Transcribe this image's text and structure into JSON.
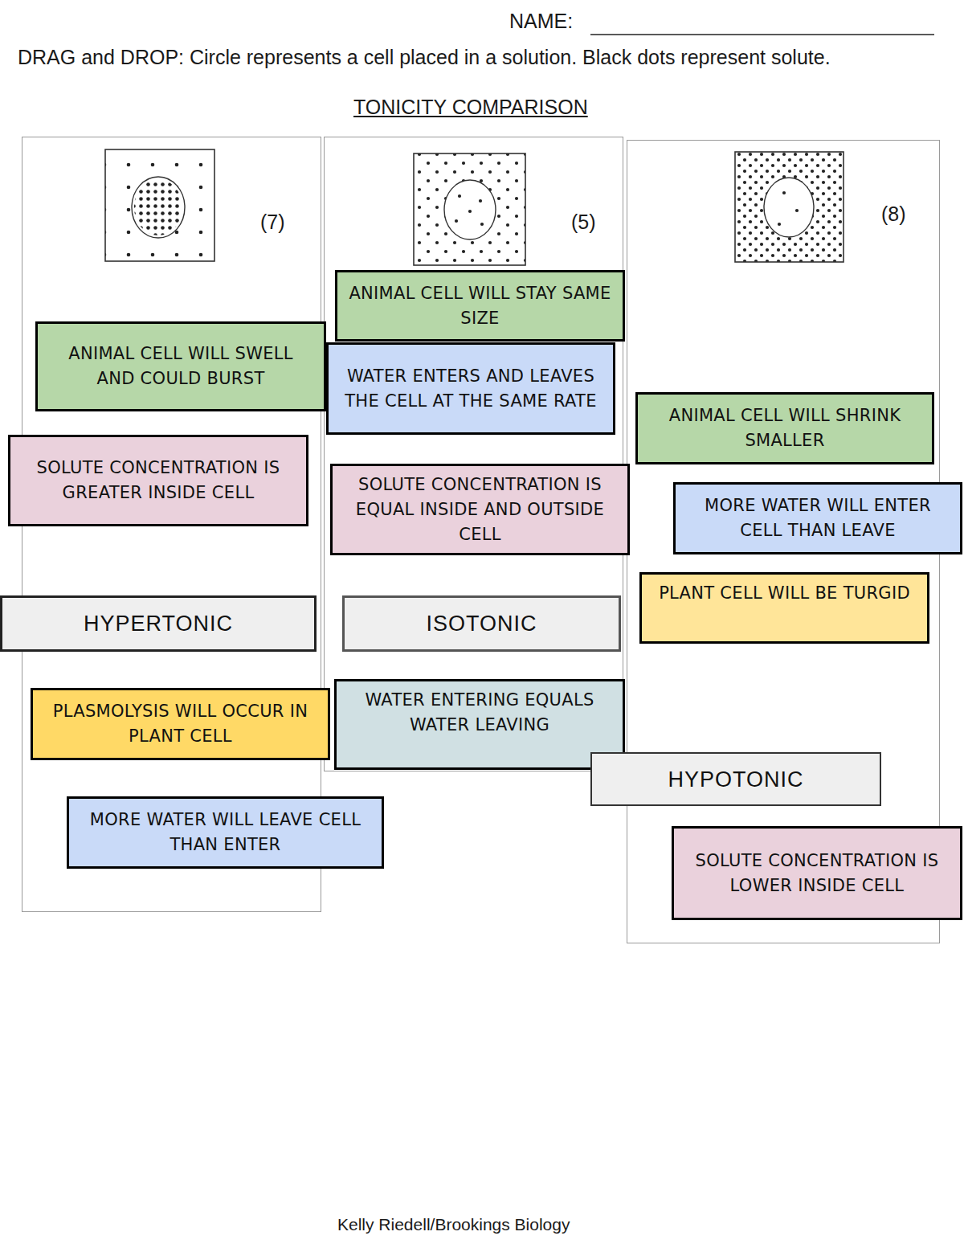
{
  "diagram": {
    "title": "TONICITY COMPARISON",
    "caption": "Kelly Riedell/Brookings Biology",
    "nodes": [
      {
        "text": [
          "(7)"
        ]
      },
      {
        "text": [
          "ANIMAL CELL WILL SWELL AND COULD BURST"
        ],
        "in": 0
      },
      {
        "text": [
          "SOLUTE CONCENTRATION IS GREATER INSIDE CELL"
        ],
        "in": 0
      },
      {
        "text": [
          "HYPERTONIC"
        ],
        "in": 0
      },
      {
        "text": [
          "PLASMOLYSIS WILL OCCUR IN PLANT CELL"
        ],
        "in": 0
      },
      {
        "text": [
          "MORE WATER WILL LEAVE CELL THAN ENTER"
        ],
        "in": 0
      },
      {
        "text": [
          "(5)"
        ]
      },
      {
        "text": [
          "ANIMAL CELL WILL STAY SAME SIZE"
        ],
        "in": 6
      },
      {
        "text": [
          "WATER ENTERS AND LEAVES THE CELL AT THE SAME RATE"
        ],
        "in": 6
      },
      {
        "text": [
          "SOLUTE CONCENTRATION IS EQUAL INSIDE AND OUTSIDE CELL"
        ],
        "in": 6
      },
      {
        "text": [
          "ISOTONIC"
        ],
        "in": 6
      },
      {
        "text": [
          "WATER ENTERING EQUALS WATER LEAVING"
        ],
        "in": 6
      },
      {
        "text": [
          "(8)"
        ]
      },
      {
        "text": [
          "ANIMAL CELL WILL SHRINK SMALLER"
        ],
        "in": 12
      },
      {
        "text": [
          "MORE WATER WILL ENTER CELL THAN LEAVE"
        ],
        "in": 12
      },
      {
        "text": [
          "PLANT CELL WILL BE TURGID"
        ],
        "in": 12
      },
      {
        "text": [
          "HYPOTONIC"
        ],
        "in": 12
      },
      {
        "text": [
          "SOLUTE CONCENTRATION IS LOWER INSIDE CELL"
        ],
        "in": 12
      }
    ],
    "labels": [
      "NAME:",
      "DRAG and DROP: Circle represents a cell placed in a solution. Black dots represent solute."
    ]
  }
}
